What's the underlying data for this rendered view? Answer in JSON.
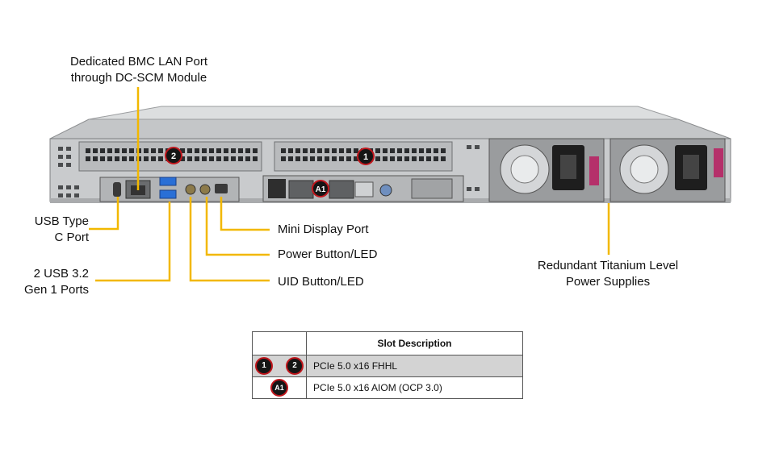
{
  "callouts": {
    "bmc_lan": [
      "Dedicated BMC LAN Port",
      "through DC-SCM Module"
    ],
    "usb_c": [
      "USB Type",
      "C Port"
    ],
    "usb32": [
      "2 USB 3.2",
      "Gen 1 Ports"
    ],
    "mini_dp": "Mini Display Port",
    "power_btn": "Power Button/LED",
    "uid_btn": "UID Button/LED",
    "psu": [
      "Redundant Titanium Level",
      "Power Supplies"
    ]
  },
  "slot_badges": {
    "slot1": "1",
    "slot2": "2",
    "aiom": "A1"
  },
  "slot_table": {
    "header": "Slot Description",
    "rows": [
      {
        "badges": [
          "1",
          "2"
        ],
        "description": "PCIe 5.0 x16 FHHL",
        "highlight": true
      },
      {
        "badges": [
          "A1"
        ],
        "description": "PCIe 5.0 x16 AIOM (OCP 3.0)",
        "highlight": false
      }
    ]
  },
  "colors": {
    "callout_line": "#f2b800",
    "badge_fill": "#151515",
    "badge_ring": "#c0161c",
    "chassis": "#c9cbcd",
    "psu_handle": "#b5306a"
  }
}
